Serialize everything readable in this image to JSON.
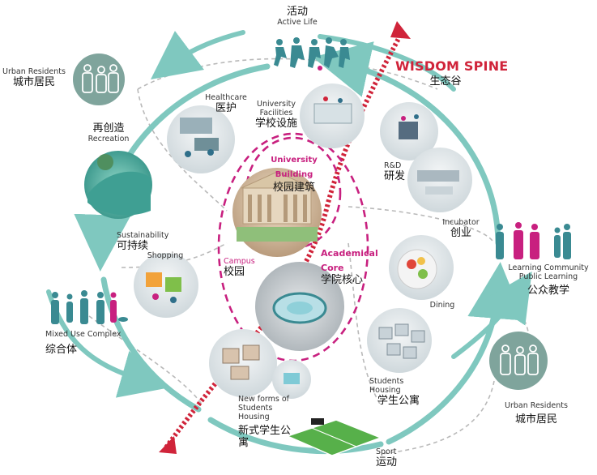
{
  "diagram": {
    "spine_title": "WISDOM SPINE",
    "labels": {
      "active_life_zh": "活动",
      "active_life_en": "Active Life",
      "urban_residents_top_en": "Urban Residents",
      "urban_residents_top_zh": "城市居民",
      "recreation_zh": "再创造",
      "recreation_en": "Recreation",
      "healthcare_en": "Healthcare",
      "healthcare_zh": "医护",
      "university_facilities_en": "University Facilities",
      "university_facilities_zh": "学校设施",
      "ecology_valley_zh": "生态谷",
      "university_building_en": "University Building",
      "university_building_zh": "校园建筑",
      "rd_en": "R&D",
      "rd_zh": "研发",
      "incubator_en": "Incubator",
      "incubator_zh": "创业",
      "sustainability_en": "Sustainability",
      "sustainability_zh": "可持续",
      "shopping_en": "Shopping",
      "campus_en": "Campus",
      "campus_zh": "校园",
      "academical_core_en": "Academical Core",
      "academical_core_zh": "学院核心",
      "learning_community_en": "Learning Community",
      "public_learning_en": "Public Learning",
      "public_learning_zh": "公众教学",
      "dining_en": "Dining",
      "mixed_use_en": "Mixed Use Complex",
      "mixed_use_zh": "综合体",
      "students_housing_en": "Students Housing",
      "students_housing_zh": "学生公寓",
      "new_forms_en": "New forms of Students Housing",
      "new_forms_zh": "新式学生公寓",
      "sport_en": "Sport",
      "sport_zh": "运动",
      "urban_residents_bottom_en": "Urban Residents",
      "urban_residents_bottom_zh": "城市居民"
    },
    "colors": {
      "ring": "#7fc8bf",
      "ring_dark": "#5fb3a9",
      "spine": "#d0243a",
      "magenta": "#c8207f",
      "people": "#3a8a92",
      "people_pink": "#c8207f",
      "dash": "#b9b9b9",
      "resident_circle": "#7fa49c"
    },
    "icons": [
      "people-group-icon",
      "resident-family-icon",
      "arrow-icon"
    ]
  }
}
